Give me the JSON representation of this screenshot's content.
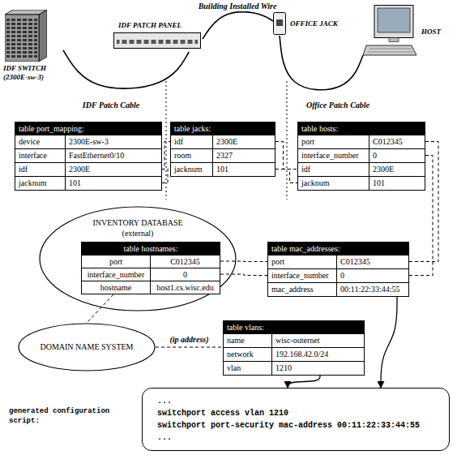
{
  "diagram": {
    "nodes": [
      {
        "text": [
          "IDF SWITCH (2300E-sw-3)"
        ]
      },
      {
        "text": [
          "IDF PATCH PANEL"
        ]
      },
      {
        "text": [
          "OFFICE JACK"
        ]
      },
      {
        "text": [
          "HOST"
        ]
      },
      {
        "text": [
          "table port_mapping:",
          "device",
          "2300E-sw-3",
          "interface",
          "FastEthernet0/10",
          "idf",
          "2300E",
          "jacknum",
          "101"
        ]
      },
      {
        "text": [
          "table jacks:",
          "idf",
          "2300E",
          "room",
          "2327",
          "jacknum",
          "101"
        ]
      },
      {
        "text": [
          "table hosts:",
          "port",
          "C012345",
          "interface_number",
          "0",
          "idf",
          "2300E",
          "jacknum",
          "101"
        ]
      },
      {
        "text": [
          "INVENTORY DATABASE",
          "(external)"
        ]
      },
      {
        "text": [
          "table hostnames:",
          "port",
          "C012345",
          "interface_number",
          "0",
          "hostname",
          "host1.cs.wisc.edu"
        ],
        "in": 7
      },
      {
        "text": [
          "table mac_addresses:",
          "port",
          "C012345",
          "interface_number",
          "0",
          "mac_address",
          "00:11:22:33:44:55"
        ]
      },
      {
        "text": [
          "DOMAIN NAME SYSTEM"
        ]
      },
      {
        "text": [
          "table vlans:",
          "name",
          "wisc-outernet",
          "network",
          "192.168.42.0/24",
          "vlan",
          "1210"
        ]
      },
      {
        "text": [
          "generated configuration script:",
          "...",
          "switchport access vlan 1210",
          "switchport port-security mac-address 00:11:22:33:44:55",
          "..."
        ]
      }
    ],
    "edges": [
      {
        "from": 0,
        "to": 1,
        "label": "IDF Patch Cable",
        "arrow": "none"
      },
      {
        "from": 1,
        "to": 2,
        "label": "Building Installed Wire",
        "arrow": "none"
      },
      {
        "from": 2,
        "to": 3,
        "label": "Office Patch Cable",
        "arrow": "none"
      },
      {
        "from": 4,
        "to": 5,
        "arrow": "none"
      },
      {
        "from": 4,
        "to": 5,
        "arrow": "none"
      },
      {
        "from": 5,
        "to": 6,
        "arrow": "none"
      },
      {
        "from": 5,
        "to": 6,
        "arrow": "none"
      },
      {
        "from": 6,
        "to": 9,
        "arrow": "none"
      },
      {
        "from": 6,
        "to": 9,
        "arrow": "none"
      },
      {
        "from": 8,
        "to": 9,
        "arrow": "none"
      },
      {
        "from": 8,
        "to": 9,
        "arrow": "none"
      },
      {
        "from": 8,
        "to": 10,
        "arrow": "none"
      },
      {
        "from": 10,
        "to": 11,
        "label": "(ip address)",
        "arrow": "none"
      },
      {
        "from": 9,
        "to": 12,
        "arrow": "to"
      },
      {
        "from": 11,
        "to": 12,
        "arrow": "to"
      }
    ]
  }
}
